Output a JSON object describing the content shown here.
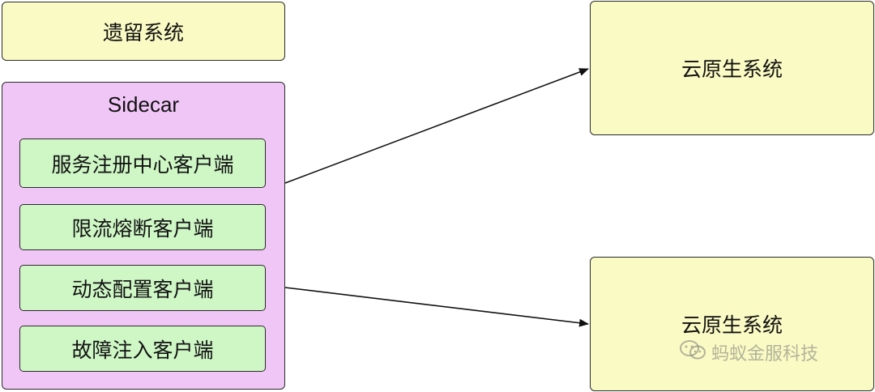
{
  "legacy_system": {
    "label": "遗留系统"
  },
  "sidecar": {
    "title": "Sidecar",
    "clients": [
      {
        "label": "服务注册中心客户端"
      },
      {
        "label": "限流熔断客户端"
      },
      {
        "label": "动态配置客户端"
      },
      {
        "label": "故障注入客户端"
      }
    ]
  },
  "cloud_native_systems": [
    {
      "label": "云原生系统"
    },
    {
      "label": "云原生系统"
    }
  ],
  "watermark": {
    "text": "蚂蚁金服科技",
    "icon": "wechat-icon"
  },
  "colors": {
    "legacy_fill": "#fafac4",
    "sidecar_fill": "#f0c6f6",
    "client_fill": "#cff7c6",
    "cloud_fill": "#fafac4",
    "stroke": "#2b2b2b"
  }
}
